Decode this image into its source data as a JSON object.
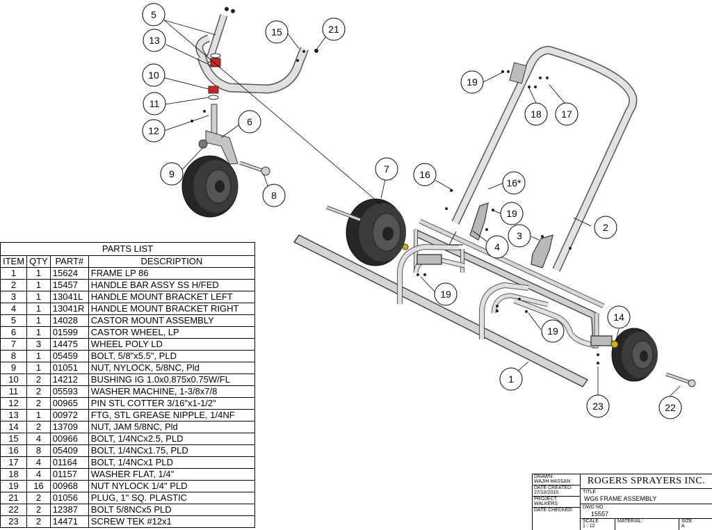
{
  "callouts": {
    "c1": "1",
    "c2": "2",
    "c3": "3",
    "c4": "4",
    "c5": "5",
    "c6": "6",
    "c7": "7",
    "c8": "8",
    "c9": "9",
    "c10": "10",
    "c11": "11",
    "c12": "12",
    "c13": "13",
    "c14": "14",
    "c15": "15",
    "c16": "16",
    "c16s": "16*",
    "c17": "17",
    "c18": "18",
    "c19": "19",
    "c21": "21",
    "c22": "22",
    "c23": "23"
  },
  "parts_list": {
    "title": "PARTS LIST",
    "headers": [
      "ITEM",
      "QTY",
      "PART#",
      "DESCRIPTION"
    ],
    "rows": [
      [
        "1",
        "1",
        "15624",
        "FRAME LP 86"
      ],
      [
        "2",
        "1",
        "15457",
        "HANDLE BAR ASSY SS H/FED"
      ],
      [
        "3",
        "1",
        "13041L",
        "HANDLE MOUNT BRACKET LEFT"
      ],
      [
        "4",
        "1",
        "13041R",
        "HANDLE MOUNT BRACKET RIGHT"
      ],
      [
        "5",
        "1",
        "14028",
        "CASTOR MOUNT ASSEMBLY"
      ],
      [
        "6",
        "1",
        "01599",
        "CASTOR WHEEL, LP"
      ],
      [
        "7",
        "3",
        "14475",
        "WHEEL POLY LD"
      ],
      [
        "8",
        "1",
        "05459",
        "BOLT, 5/8\"x5.5\", PLD"
      ],
      [
        "9",
        "1",
        "01051",
        "NUT, NYLOCK, 5/8NC, Pld"
      ],
      [
        "10",
        "2",
        "14212",
        "BUSHING IG 1.0x0.875x0.75W/FL"
      ],
      [
        "11",
        "2",
        "05593",
        "WASHER MACHINE, 1-3/8x7/8"
      ],
      [
        "12",
        "2",
        "00965",
        "PIN STL COTTER 3/16\"x1-1/2\""
      ],
      [
        "13",
        "1",
        "00972",
        "FTG, STL GREASE NIPPLE, 1/4NF"
      ],
      [
        "14",
        "2",
        "13709",
        "NUT, JAM 5/8NC, Pld"
      ],
      [
        "15",
        "4",
        "00966",
        "BOLT, 1/4NCx2.5, PLD"
      ],
      [
        "16",
        "8",
        "05409",
        "BOLT, 1/4NCx1.75, PLD"
      ],
      [
        "17",
        "4",
        "01164",
        "BOLT, 1/4NCx1 PLD"
      ],
      [
        "18",
        "4",
        "01157",
        "WASHER FLAT, 1/4\""
      ],
      [
        "19",
        "16",
        "00968",
        "NUT NYLOCK 1/4\" PLD"
      ],
      [
        "21",
        "2",
        "01056",
        "PLUG, 1\" SQ. PLASTIC"
      ],
      [
        "22",
        "2",
        "12387",
        "BOLT 5/8NCx5 PLD"
      ],
      [
        "23",
        "2",
        "14471",
        "SCREW TEK #12x1"
      ]
    ]
  },
  "title_block": {
    "drawn_label": "DRAWN:",
    "drawn_value": "WAJIH HASSAN",
    "date_created_label": "DATE CREATED:",
    "date_created_value": "27/10/2015",
    "project_label": "PROJECT:",
    "project_value": "WALKERS",
    "date_checked_label": "DATE CHECKED:",
    "company": "ROGERS SPRAYERS INC.",
    "title_label": "TITLE",
    "title_value": "WG6 FRAME ASSEMBLY",
    "dwg_no_label": "DWG NO",
    "dwg_no_value": "15557",
    "scale_label": "SCALE",
    "scale_value": "1 : 12",
    "material_label": "MATERIAL:",
    "size_label": "SIZE",
    "size_value": "A"
  }
}
